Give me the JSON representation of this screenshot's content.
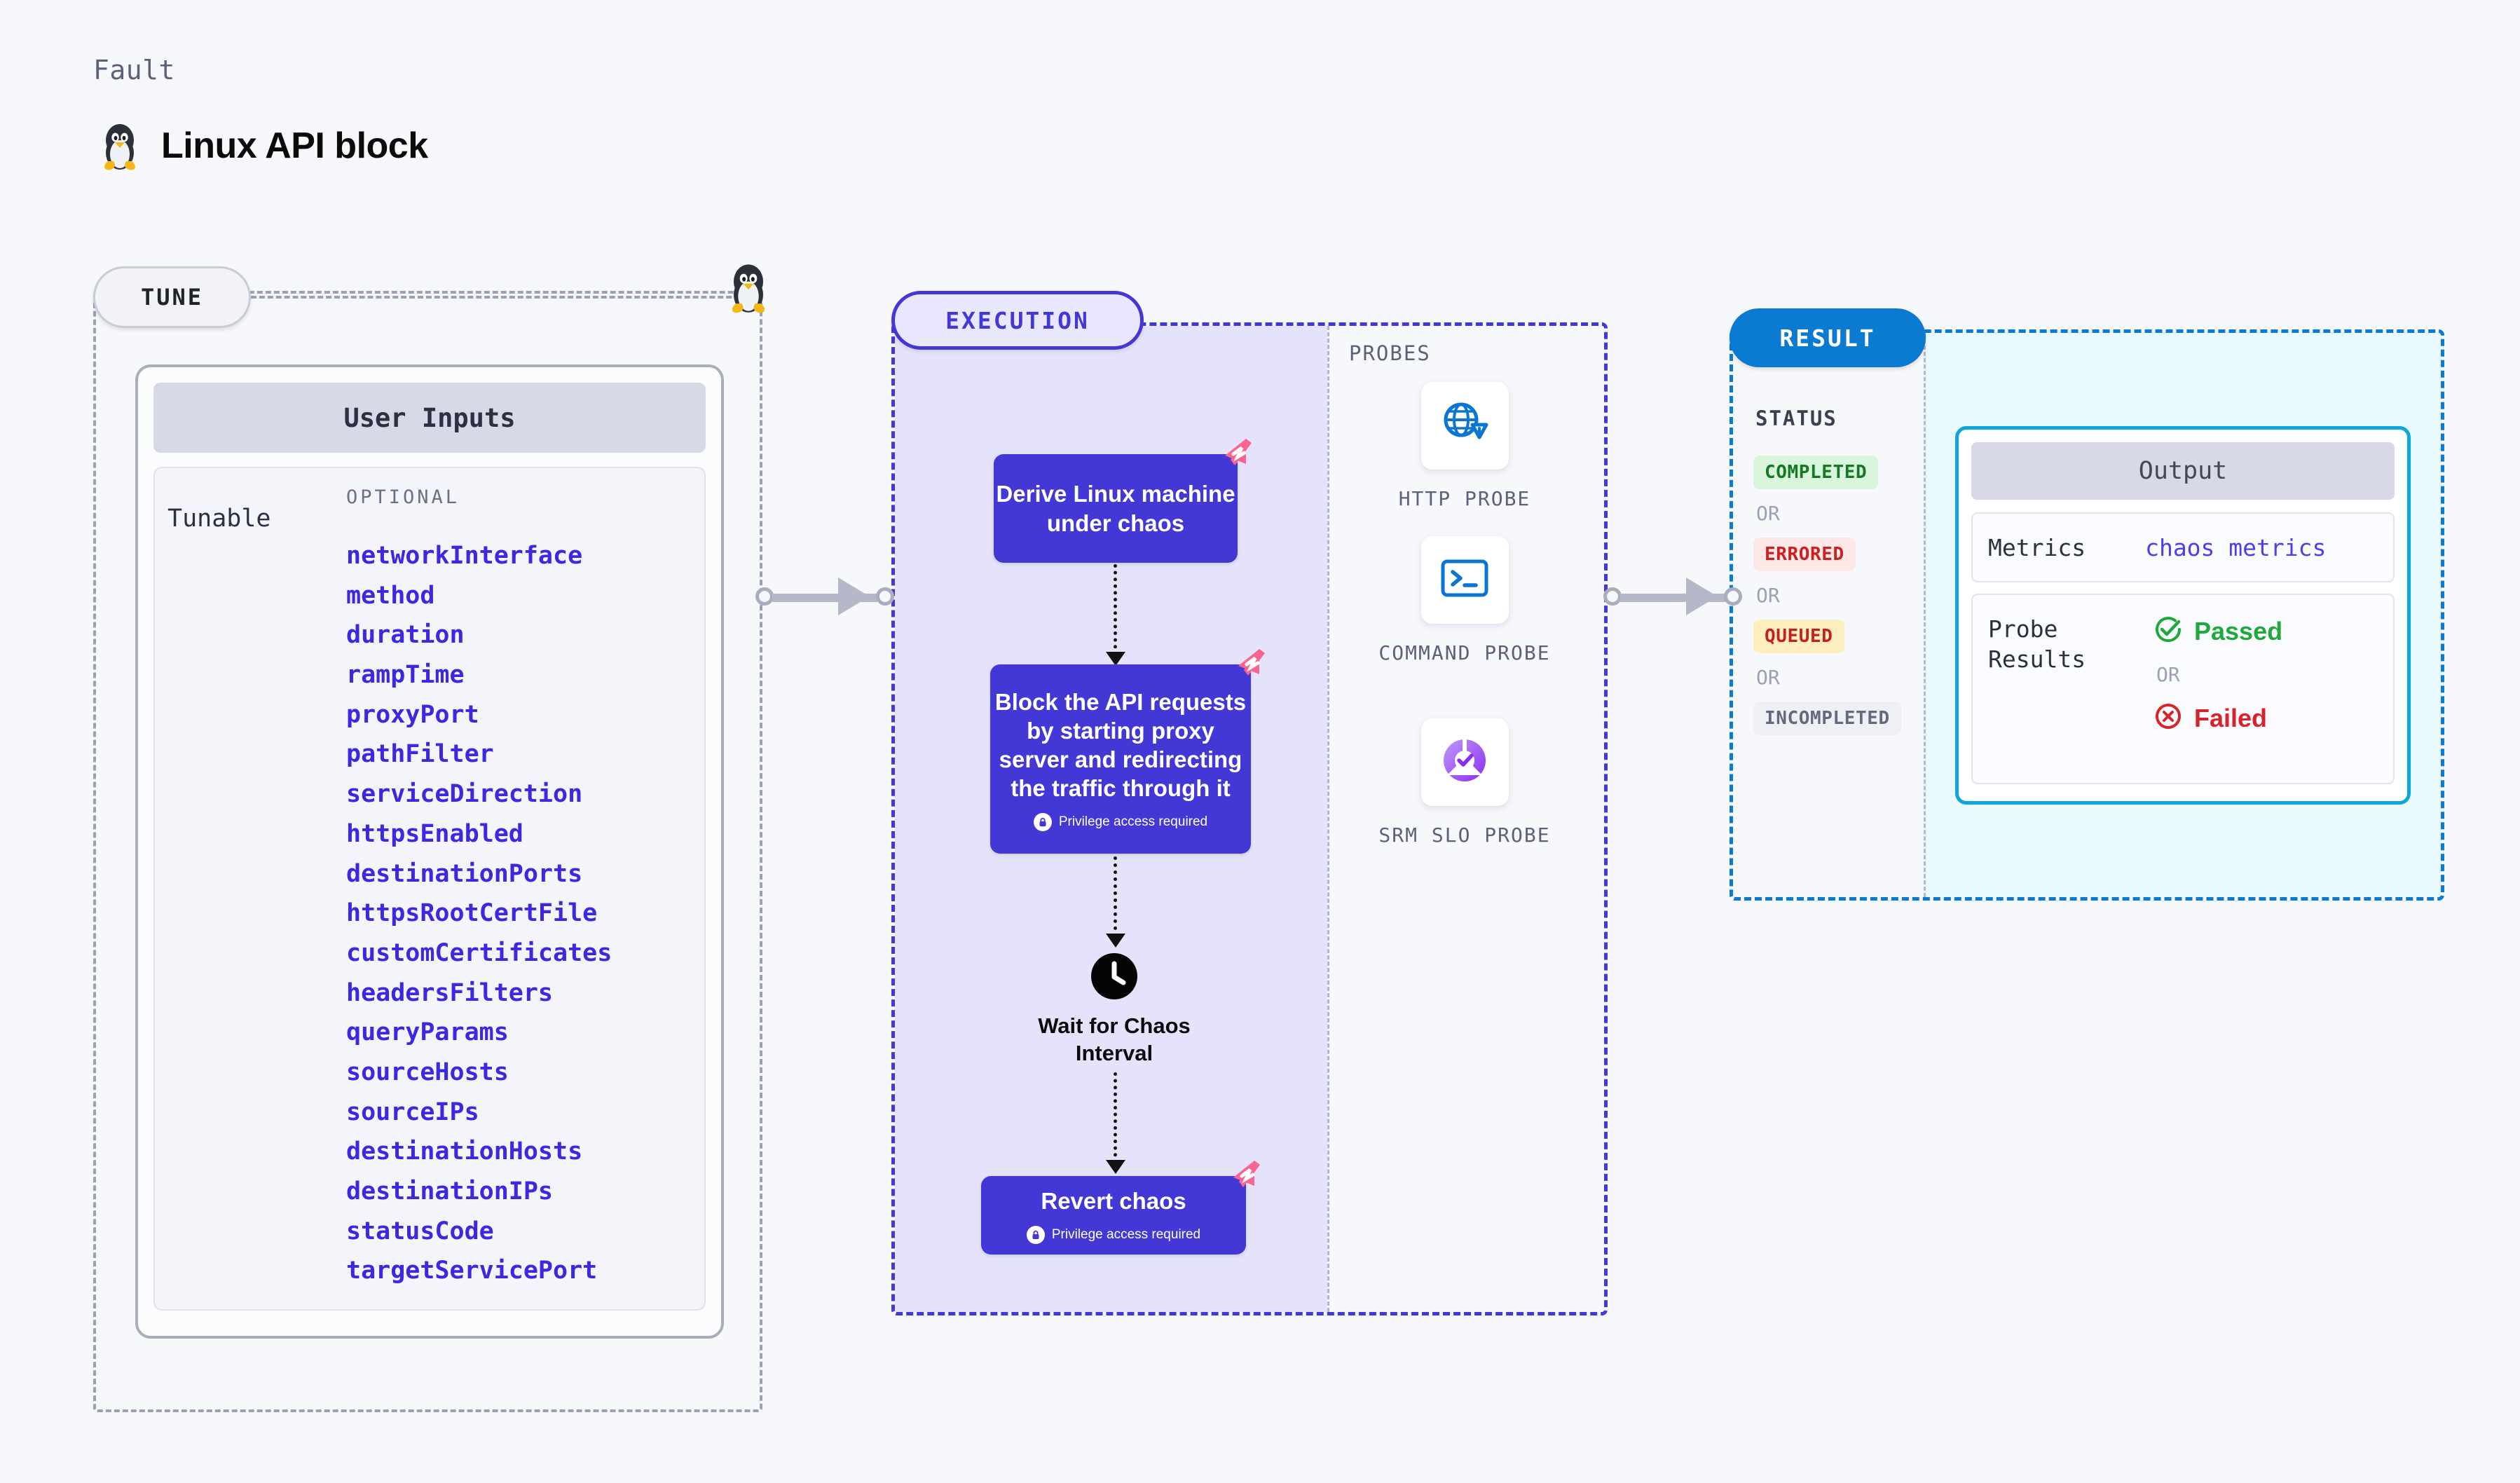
{
  "header": {
    "eyebrow": "Fault",
    "title": "Linux API block",
    "icon": "linux-tux-icon"
  },
  "tune": {
    "pill_label": "TUNE",
    "edge_icon": "linux-tux-icon",
    "card": {
      "header": "User Inputs",
      "group_label": "Tunable",
      "optional_label": "OPTIONAL",
      "optional_params": [
        "networkInterface",
        "method",
        "duration",
        "rampTime",
        "proxyPort",
        "pathFilter",
        "serviceDirection",
        "httpsEnabled",
        "destinationPorts",
        "httpsRootCertFile",
        "customCertificates",
        "headersFilters",
        "queryParams",
        "sourceHosts",
        "sourceIPs",
        "destinationHosts",
        "destinationIPs",
        "statusCode",
        "targetServicePort"
      ]
    }
  },
  "execution": {
    "pill_label": "EXECUTION",
    "nodes": [
      {
        "text": "Derive Linux machine under chaos",
        "privilege": null,
        "badge": "chaos-flag-icon"
      },
      {
        "text": "Block the API requests by starting proxy server and redirecting the traffic through it",
        "privilege": "Privilege access required",
        "badge": "chaos-flag-icon"
      }
    ],
    "wait_node": {
      "icon": "clock-icon",
      "label": "Wait for Chaos Interval"
    },
    "revert_node": {
      "text": "Revert chaos",
      "privilege": "Privilege access required",
      "badge": "chaos-flag-icon"
    }
  },
  "probes": {
    "section_label": "PROBES",
    "items": [
      {
        "icon": "globe-warning-icon",
        "label": "HTTP PROBE"
      },
      {
        "icon": "terminal-icon",
        "label": "COMMAND PROBE"
      },
      {
        "icon": "slo-donut-check-icon",
        "label": "SRM SLO PROBE"
      }
    ]
  },
  "result": {
    "pill_label": "RESULT",
    "status_label": "STATUS",
    "or_label": "OR",
    "statuses": [
      {
        "label": "COMPLETED",
        "bg": "#d9f5de",
        "fg": "#137a1f"
      },
      {
        "label": "ERRORED",
        "bg": "#fde8e8",
        "fg": "#cc2020"
      },
      {
        "label": "QUEUED",
        "bg": "#fdeebd",
        "fg": "#c22020"
      },
      {
        "label": "INCOMPLETED",
        "bg": "#eef0f6",
        "fg": "#636a80"
      }
    ],
    "output": {
      "header": "Output",
      "metrics_key": "Metrics",
      "metrics_value": "chaos metrics",
      "probe_results_key": "Probe Results",
      "passed_label": "Passed",
      "failed_label": "Failed",
      "or_label": "OR",
      "passed_icon": "check-circle-icon",
      "failed_icon": "x-circle-icon"
    }
  },
  "colors": {
    "page_bg": "#f7f8fc",
    "primary_purple": "#4338d6",
    "result_blue": "#0b7ad1",
    "accent_pink": "#f9658f",
    "pass_green": "#1fa93c",
    "fail_red": "#d8232a"
  }
}
